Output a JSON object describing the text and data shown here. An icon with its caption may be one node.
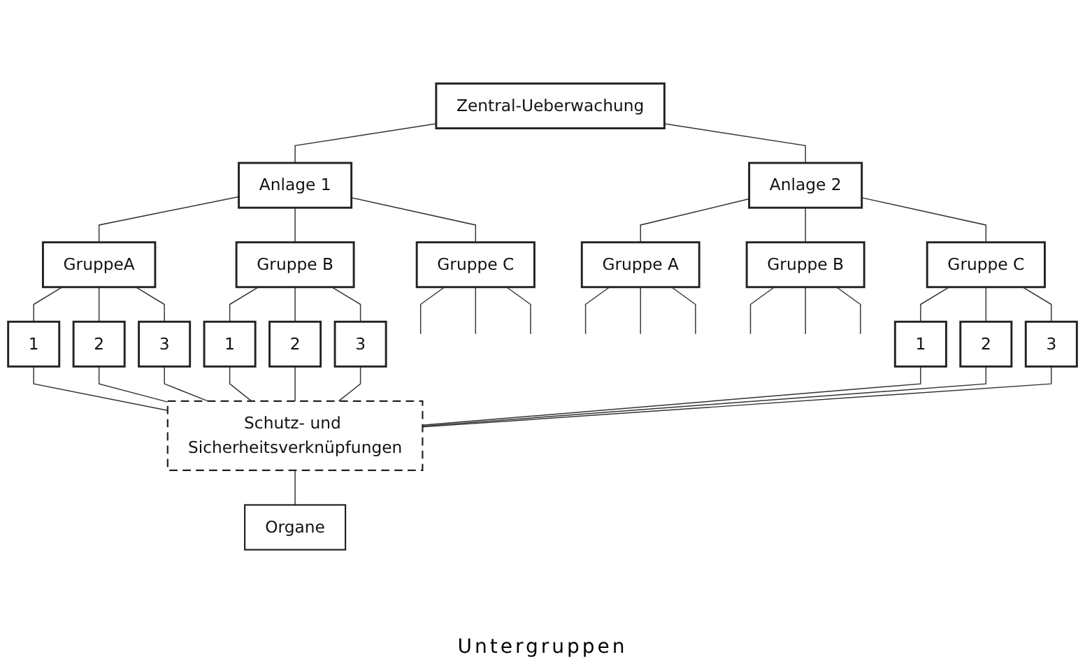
{
  "diagram": {
    "nodes": [
      {
        "text": [
          "Zentral-Ueberwachung"
        ]
      },
      {
        "text": [
          "Anlage 1"
        ]
      },
      {
        "text": [
          "Anlage 2"
        ]
      },
      {
        "text": [
          "GruppeA"
        ]
      },
      {
        "text": [
          "Gruppe B"
        ]
      },
      {
        "text": [
          "Gruppe C"
        ]
      },
      {
        "text": [
          "Gruppe A"
        ]
      },
      {
        "text": [
          "Gruppe B"
        ]
      },
      {
        "text": [
          "Gruppe C"
        ]
      },
      {
        "text": [
          "1"
        ]
      },
      {
        "text": [
          "2"
        ]
      },
      {
        "text": [
          "3"
        ]
      },
      {
        "text": [
          "1"
        ]
      },
      {
        "text": [
          "2"
        ]
      },
      {
        "text": [
          "3"
        ]
      },
      {
        "text": [
          "1"
        ]
      },
      {
        "text": [
          "2"
        ]
      },
      {
        "text": [
          "3"
        ]
      },
      {
        "text": [
          "Schutz- und Sicherheitsverknüpfungen"
        ]
      },
      {
        "text": [
          "Organe"
        ]
      }
    ],
    "edges": [
      {
        "from": 0,
        "to": 1,
        "arrow": "none"
      },
      {
        "from": 0,
        "to": 2,
        "arrow": "none"
      },
      {
        "from": 1,
        "to": 3,
        "arrow": "none"
      },
      {
        "from": 1,
        "to": 4,
        "arrow": "none"
      },
      {
        "from": 1,
        "to": 5,
        "arrow": "none"
      },
      {
        "from": 2,
        "to": 6,
        "arrow": "none"
      },
      {
        "from": 2,
        "to": 7,
        "arrow": "none"
      },
      {
        "from": 2,
        "to": 8,
        "arrow": "none"
      },
      {
        "from": 3,
        "to": 9,
        "arrow": "none"
      },
      {
        "from": 3,
        "to": 10,
        "arrow": "none"
      },
      {
        "from": 3,
        "to": 11,
        "arrow": "none"
      },
      {
        "from": 4,
        "to": 12,
        "arrow": "none"
      },
      {
        "from": 4,
        "to": 13,
        "arrow": "none"
      },
      {
        "from": 4,
        "to": 14,
        "arrow": "none"
      },
      {
        "from": 5,
        "to": null,
        "arrow": "none"
      },
      {
        "from": 5,
        "to": null,
        "arrow": "none"
      },
      {
        "from": 5,
        "to": null,
        "arrow": "none"
      },
      {
        "from": 6,
        "to": null,
        "arrow": "none"
      },
      {
        "from": 6,
        "to": null,
        "arrow": "none"
      },
      {
        "from": 6,
        "to": null,
        "arrow": "none"
      },
      {
        "from": 7,
        "to": null,
        "arrow": "none"
      },
      {
        "from": 7,
        "to": null,
        "arrow": "none"
      },
      {
        "from": 7,
        "to": null,
        "arrow": "none"
      },
      {
        "from": 8,
        "to": 15,
        "arrow": "none"
      },
      {
        "from": 8,
        "to": 16,
        "arrow": "none"
      },
      {
        "from": 8,
        "to": 17,
        "arrow": "none"
      },
      {
        "from": 9,
        "to": 18,
        "arrow": "none"
      },
      {
        "from": 10,
        "to": 18,
        "arrow": "none"
      },
      {
        "from": 11,
        "to": 18,
        "arrow": "none"
      },
      {
        "from": 12,
        "to": 18,
        "arrow": "none"
      },
      {
        "from": 13,
        "to": 18,
        "arrow": "none"
      },
      {
        "from": 14,
        "to": 18,
        "arrow": "none"
      },
      {
        "from": 15,
        "to": 18,
        "arrow": "none"
      },
      {
        "from": 16,
        "to": 18,
        "arrow": "none"
      },
      {
        "from": 17,
        "to": 18,
        "arrow": "none"
      },
      {
        "from": 18,
        "to": 19,
        "arrow": "none"
      }
    ],
    "labels": [
      "Untergruppen"
    ]
  }
}
